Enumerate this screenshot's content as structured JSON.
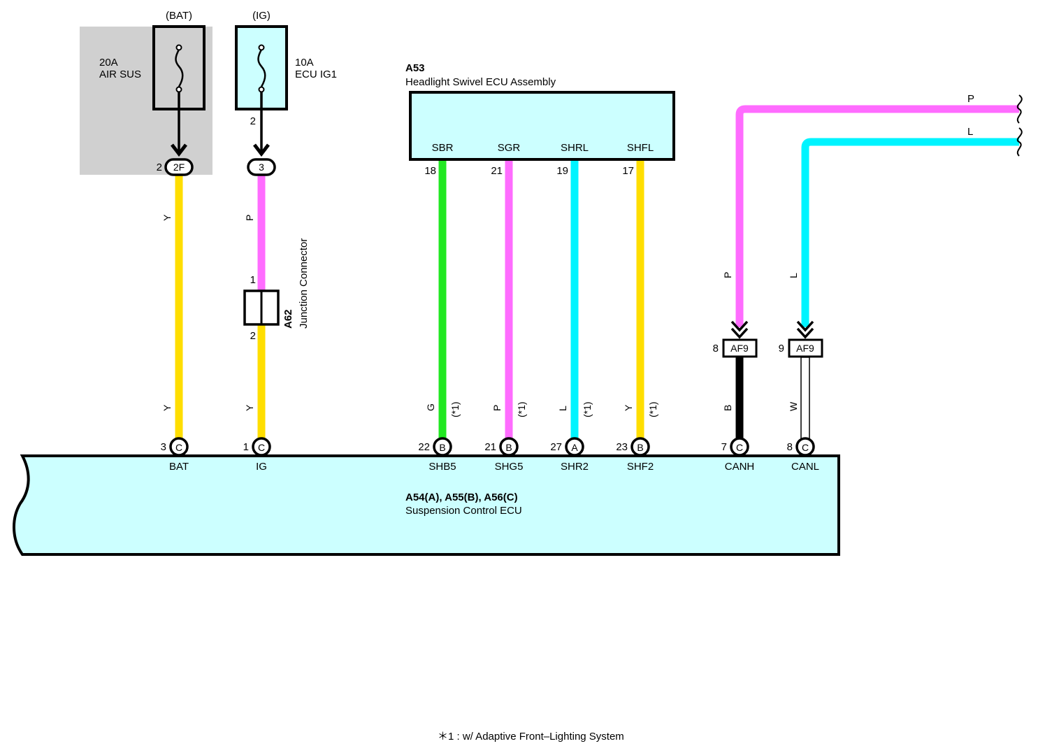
{
  "colors": {
    "Y": "#ffde00",
    "P": "#ff6cff",
    "G": "#21e821",
    "L": "#00f4ff",
    "B": "#000000",
    "W": "#ffffff",
    "ecu_fill": "#ccffff",
    "fuse_fill": "#ccffff",
    "fuse_block_fill": "#d0d0d0"
  },
  "fuses": [
    {
      "source": "(BAT)",
      "rating": "20A",
      "name": "AIR SUS",
      "pin": "2",
      "connector": "2F"
    },
    {
      "source": "(IG)",
      "rating": "10A",
      "name": "ECU IG1",
      "pin": "2",
      "connector": "3"
    }
  ],
  "junction": {
    "code": "A62",
    "name": "Junction Connector",
    "pin_in": "1",
    "pin_out": "2"
  },
  "headlight_ecu": {
    "code": "A53",
    "name": "Headlight Swivel ECU Assembly",
    "terminals": [
      {
        "label": "SBR",
        "pin": "18"
      },
      {
        "label": "SGR",
        "pin": "21"
      },
      {
        "label": "SHRL",
        "pin": "19"
      },
      {
        "label": "SHFL",
        "pin": "17"
      }
    ]
  },
  "can_lines": [
    {
      "color_code": "P",
      "pin": "8",
      "connector": "AF9",
      "out_color_code": "B"
    },
    {
      "color_code": "L",
      "pin": "9",
      "connector": "AF9",
      "out_color_code": "W"
    }
  ],
  "suspension_ecu": {
    "codes": "A54(A), A55(B), A56(C)",
    "name": "Suspension Control ECU",
    "terminals": [
      {
        "label": "BAT",
        "pin": "3",
        "connector": "C",
        "wire": "Y",
        "note": ""
      },
      {
        "label": "IG",
        "pin": "1",
        "connector": "C",
        "wire": "Y",
        "note": ""
      },
      {
        "label": "SHB5",
        "pin": "22",
        "connector": "B",
        "wire": "G",
        "note": "(*1)"
      },
      {
        "label": "SHG5",
        "pin": "21",
        "connector": "B",
        "wire": "P",
        "note": "(*1)"
      },
      {
        "label": "SHR2",
        "pin": "27",
        "connector": "A",
        "wire": "L",
        "note": "(*1)"
      },
      {
        "label": "SHF2",
        "pin": "23",
        "connector": "B",
        "wire": "Y",
        "note": "(*1)"
      },
      {
        "label": "CANH",
        "pin": "7",
        "connector": "C",
        "wire": "B",
        "note": ""
      },
      {
        "label": "CANL",
        "pin": "8",
        "connector": "C",
        "wire": "W",
        "note": ""
      }
    ]
  },
  "wire_labels": {
    "bat_upper": "Y",
    "ig_upper": "P",
    "can_p": "P",
    "can_l": "L",
    "top_p": "P",
    "top_l": "L"
  },
  "footnote": "＊1 : w/ Adaptive Front–Lighting System"
}
